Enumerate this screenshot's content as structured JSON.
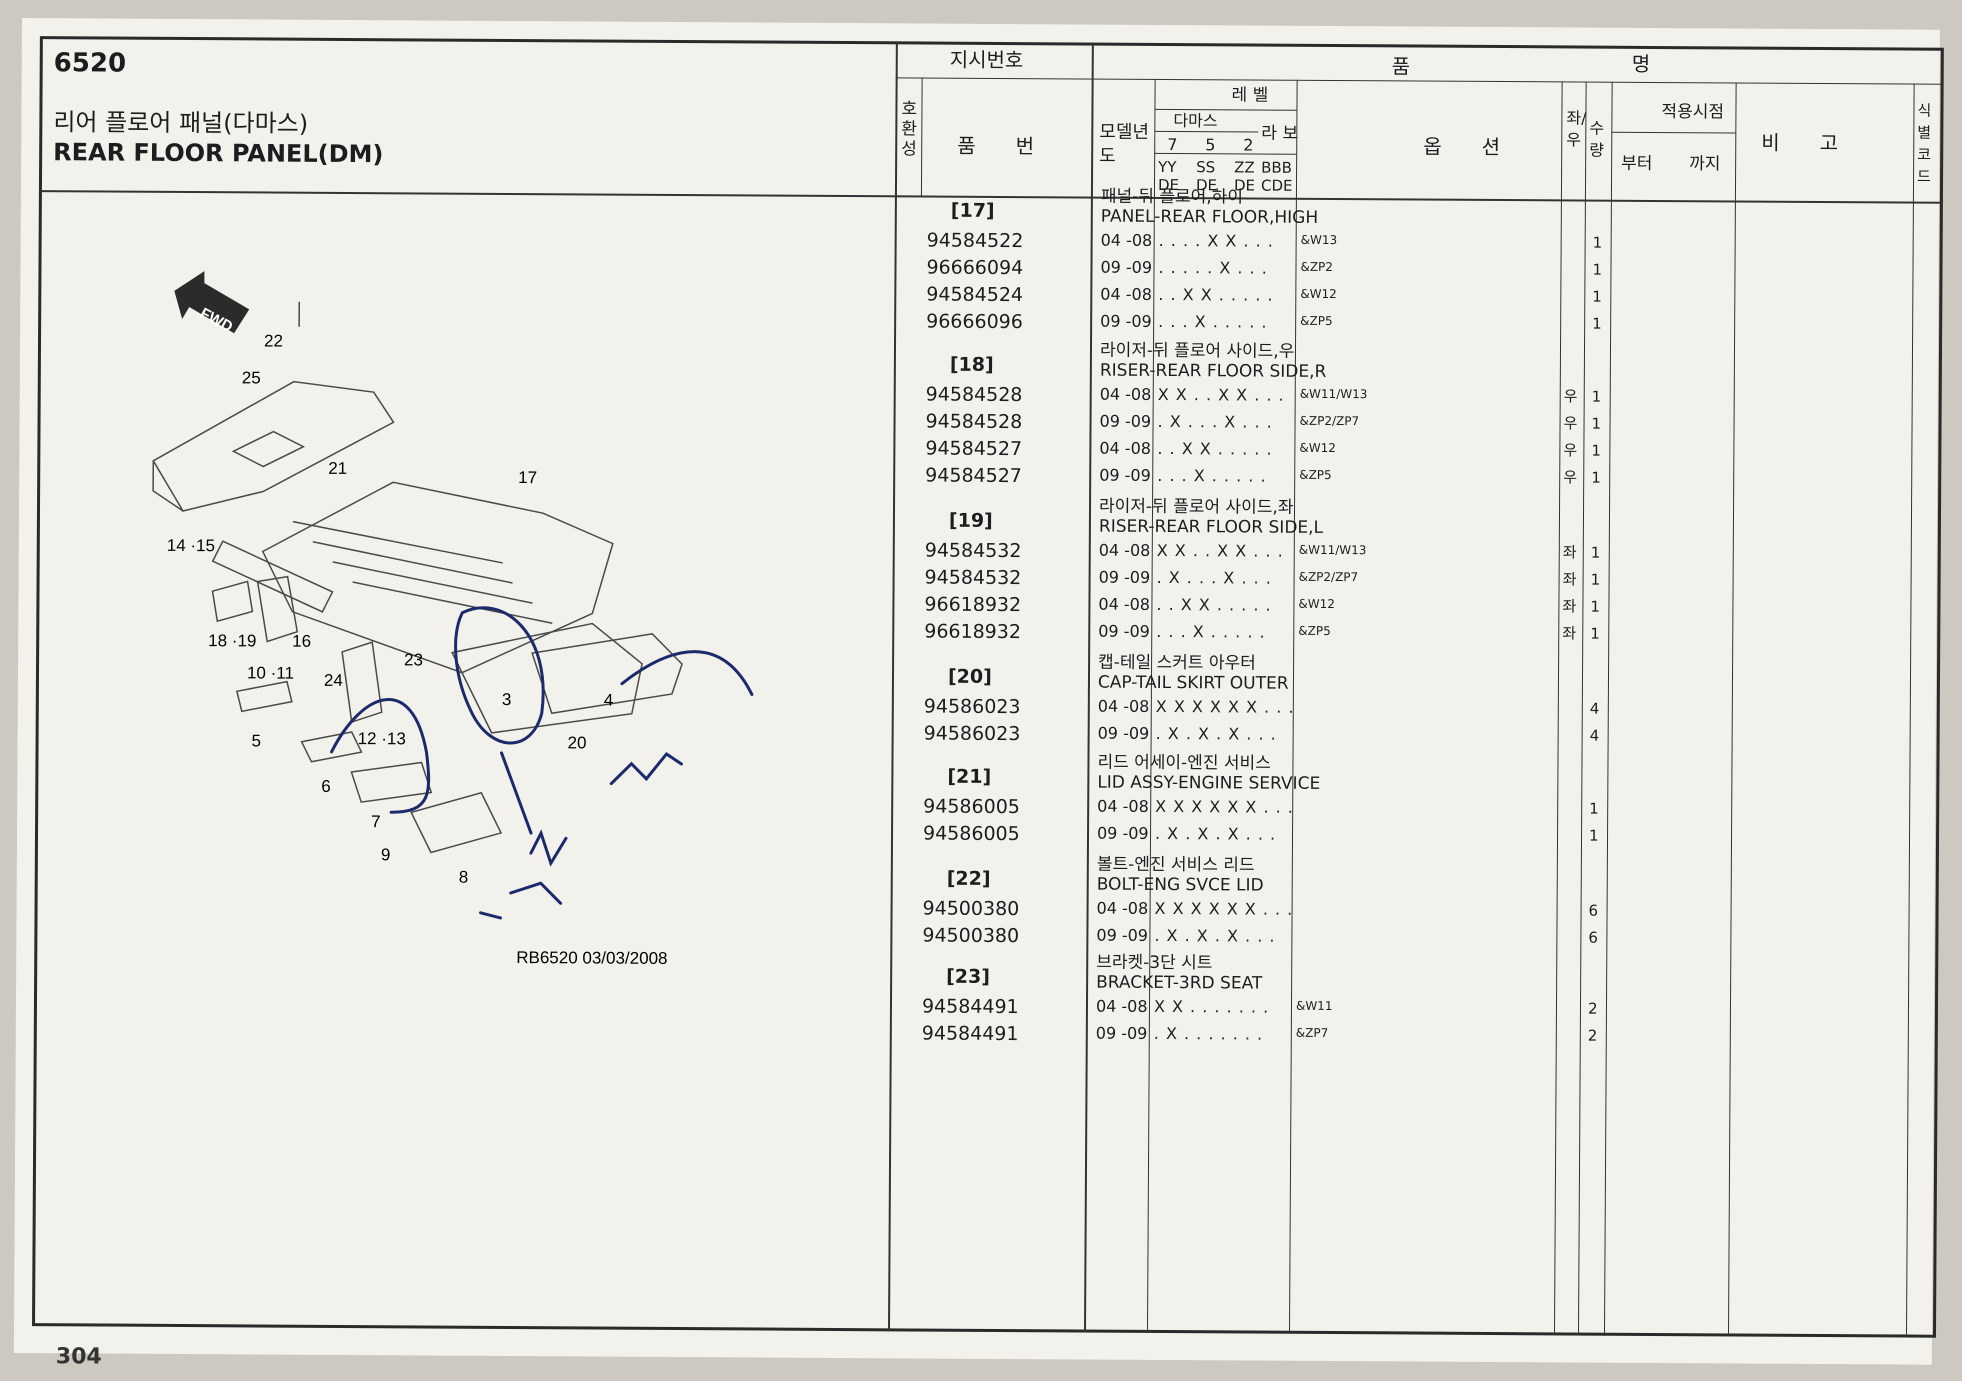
{
  "section_code": "6520",
  "title_ko": "리어 플로어 패널(다마스)",
  "title_en": "REAR FLOOR PANEL(DM)",
  "header": {
    "instr_no": "지시번호",
    "product_name": "품",
    "product_name2": "명",
    "interchange": "호환성",
    "part_no": "품　　번",
    "model_year": "모델년도",
    "level": "레 벨",
    "damas": "다마스",
    "labo": "라 보",
    "lv7": "7",
    "lv5": "5",
    "lv2": "2",
    "yy": "YY DE",
    "ss": "SS DE",
    "zz": "ZZ DE",
    "bbb": "BBB CDE",
    "option": "옵　　션",
    "side": "좌/우",
    "qty": "수량",
    "apply": "적용시점",
    "from": "부터",
    "to": "까지",
    "remark": "비　　고",
    "id_code": "식별코드"
  },
  "groups": [
    {
      "ref": "[17]",
      "ko": "패널-뒤 플로어,하이",
      "en": "PANEL-REAR FLOOR,HIGH",
      "rows": [
        {
          "pn": "94584522",
          "yr": "04 -08",
          "lv": ". . . . X X . . .",
          "opt": "&W13",
          "side": "",
          "qty": "1"
        },
        {
          "pn": "96666094",
          "yr": "09 -09",
          "lv": ". . . . . X . . .",
          "opt": "&ZP2",
          "side": "",
          "qty": "1"
        },
        {
          "pn": "94584524",
          "yr": "04 -08",
          "lv": ". . X X . . . . .",
          "opt": "&W12",
          "side": "",
          "qty": "1"
        },
        {
          "pn": "96666096",
          "yr": "09 -09",
          "lv": ". . . X . . . . .",
          "opt": "&ZP5",
          "side": "",
          "qty": "1"
        }
      ]
    },
    {
      "ref": "[18]",
      "ko": "라이저-뒤 플로어 사이드,우",
      "en": "RISER-REAR FLOOR SIDE,R",
      "rows": [
        {
          "pn": "94584528",
          "yr": "04 -08",
          "lv": "X X . . X X . . .",
          "opt": "&W11/W13",
          "side": "우",
          "qty": "1"
        },
        {
          "pn": "94584528",
          "yr": "09 -09",
          "lv": ". X . . . X . . .",
          "opt": "&ZP2/ZP7",
          "side": "우",
          "qty": "1"
        },
        {
          "pn": "94584527",
          "yr": "04 -08",
          "lv": ". . X X . . . . .",
          "opt": "&W12",
          "side": "우",
          "qty": "1"
        },
        {
          "pn": "94584527",
          "yr": "09 -09",
          "lv": ". . . X . . . . .",
          "opt": "&ZP5",
          "side": "우",
          "qty": "1"
        }
      ]
    },
    {
      "ref": "[19]",
      "ko": "라이저-뒤 플로어 사이드,좌",
      "en": "RISER-REAR FLOOR SIDE,L",
      "rows": [
        {
          "pn": "94584532",
          "yr": "04 -08",
          "lv": "X X . . X X . . .",
          "opt": "&W11/W13",
          "side": "좌",
          "qty": "1"
        },
        {
          "pn": "94584532",
          "yr": "09 -09",
          "lv": ". X . . . X . . .",
          "opt": "&ZP2/ZP7",
          "side": "좌",
          "qty": "1"
        },
        {
          "pn": "96618932",
          "yr": "04 -08",
          "lv": ". . X X . . . . .",
          "opt": "&W12",
          "side": "좌",
          "qty": "1"
        },
        {
          "pn": "96618932",
          "yr": "09 -09",
          "lv": ". . . X . . . . .",
          "opt": "&ZP5",
          "side": "좌",
          "qty": "1"
        }
      ]
    },
    {
      "ref": "[20]",
      "ko": "캡-테일 스커트 아우터",
      "en": "CAP-TAIL SKIRT OUTER",
      "rows": [
        {
          "pn": "94586023",
          "yr": "04 -08",
          "lv": "X X  X X  X X . . .",
          "opt": "",
          "side": "",
          "qty": "4"
        },
        {
          "pn": "94586023",
          "yr": "09 -09",
          "lv": ". X . X . X . . .",
          "opt": "",
          "side": "",
          "qty": "4"
        }
      ]
    },
    {
      "ref": "[21]",
      "ko": "리드 어세이-엔진 서비스",
      "en": "LID ASSY-ENGINE SERVICE",
      "rows": [
        {
          "pn": "94586005",
          "yr": "04 -08",
          "lv": "X X  X X  X X . . .",
          "opt": "",
          "side": "",
          "qty": "1"
        },
        {
          "pn": "94586005",
          "yr": "09 -09",
          "lv": ". X . X . X . . .",
          "opt": "",
          "side": "",
          "qty": "1"
        }
      ]
    },
    {
      "ref": "[22]",
      "ko": "볼트-엔진 서비스 리드",
      "en": "BOLT-ENG SVCE LID",
      "rows": [
        {
          "pn": "94500380",
          "yr": "04 -08",
          "lv": "X X  X X  X X . . .",
          "opt": "",
          "side": "",
          "qty": "6"
        },
        {
          "pn": "94500380",
          "yr": "09 -09",
          "lv": ". X . X . X . . .",
          "opt": "",
          "side": "",
          "qty": "6"
        }
      ]
    },
    {
      "ref": "[23]",
      "ko": "브라켓-3단 시트",
      "en": "BRACKET-3RD SEAT",
      "rows": [
        {
          "pn": "94584491",
          "yr": "04 -08",
          "lv": "X X . . . . . . .",
          "opt": "&W11",
          "side": "",
          "qty": "2"
        },
        {
          "pn": "94584491",
          "yr": "09 -09",
          "lv": ". X . . . . . . .",
          "opt": "&ZP7",
          "side": "",
          "qty": "2"
        }
      ]
    }
  ],
  "diagram": {
    "fwd": "FWD",
    "callouts": [
      "22",
      "25",
      "21",
      "17",
      "14 ·15",
      "18 ·19",
      "16",
      "10 ·11",
      "24",
      "23",
      "3",
      "4",
      "5",
      "12 ·13",
      "20",
      "6",
      "7",
      "9",
      "8"
    ],
    "ref": "RB6520  03/03/2008"
  },
  "page_number": "304"
}
